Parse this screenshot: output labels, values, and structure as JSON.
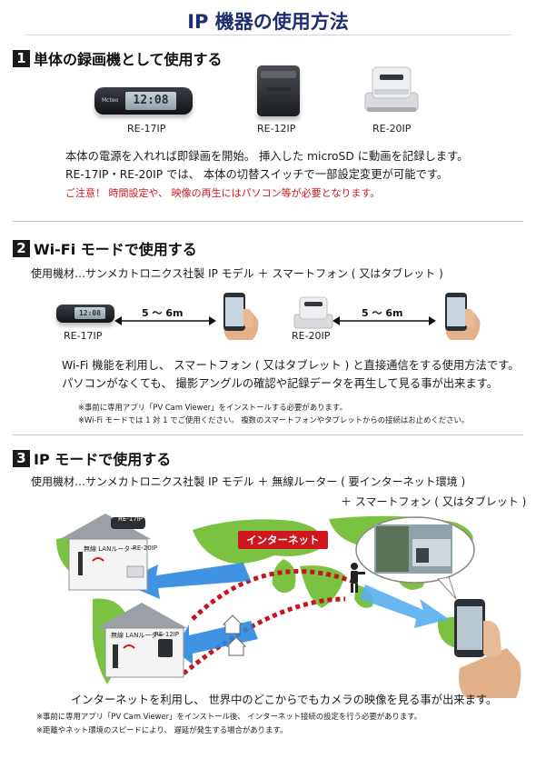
{
  "title": "IP 機器の使用方法",
  "section1": {
    "number": "1",
    "title": "単体の録画機として使用する",
    "devices": [
      {
        "caption": "RE-17IP",
        "lcd": "12:08",
        "brand": "Mcteo"
      },
      {
        "caption": "RE-12IP"
      },
      {
        "caption": "RE-20IP"
      }
    ],
    "text_line1": "本体の電源を入れれば即録画を開始。 挿入した microSD に動画を記録します。",
    "text_line2": "RE-17IP・RE-20IP では、 本体の切替スイッチで一部設定変更が可能です。",
    "warning": "ご注意！ 時間設定や、 映像の再生にはパソコン等が必要となります。"
  },
  "section2": {
    "number": "2",
    "title": "Wi-Fi モードで使用する",
    "equipment": "使用機材…サンメカトロニクス社製 IP モデル ＋ スマートフォン ( 又はタブレット )",
    "distance_label_left": "5 ～ 6m",
    "distance_label_right": "5 ～ 6m",
    "caption_left": "RE-17IP",
    "caption_right": "RE-20IP",
    "text_line1": "Wi-Fi 機能を利用し、 スマートフォン ( 又はタブレット ) と直接通信をする使用方法です。",
    "text_line2": "パソコンがなくても、 撮影アングルの確認や記録データを再生して見る事が出来ます。",
    "note1": "※事前に専用アプリ「PV Cam Viewer」をインストールする必要があります。",
    "note2": "※Wi-Fi モードでは 1 対 1 でご使用ください。 複数のスマートフォンやタブレットからの接続はお止めください。"
  },
  "section3": {
    "number": "3",
    "title": "IP モードで使用する",
    "equipment_line1": "使用機材…サンメカトロニクス社製 IP モデル ＋ 無線ルーター ( 要インターネット環境 )",
    "equipment_line2": "＋ スマートフォン ( 又はタブレット )",
    "house1_label_top": "RE-17IP",
    "house1_label_router": "無線 LANルーター",
    "house1_label_cradle": "RE-20IP",
    "house2_label_router": "無線 LANルーター",
    "house2_label_adapter": "RE-12IP",
    "internet_label": "インターネット",
    "text": "インターネットを利用し、 世界中のどこからでもカメラの映像を見る事が出来ます。",
    "note1": "※事前に専用アプリ「PV Cam Viewer」をインストール後、 インターネット接続の設定を行う必要があります。",
    "note2": "※距離やネット環境のスピードにより、 遅延が発生する場合があります。"
  },
  "colors": {
    "title": "#1d2f6e",
    "warning": "#d2161f",
    "arrow_blue": "#2b86e0",
    "map_green": "#7cc242",
    "dots_red": "#c7141c"
  }
}
